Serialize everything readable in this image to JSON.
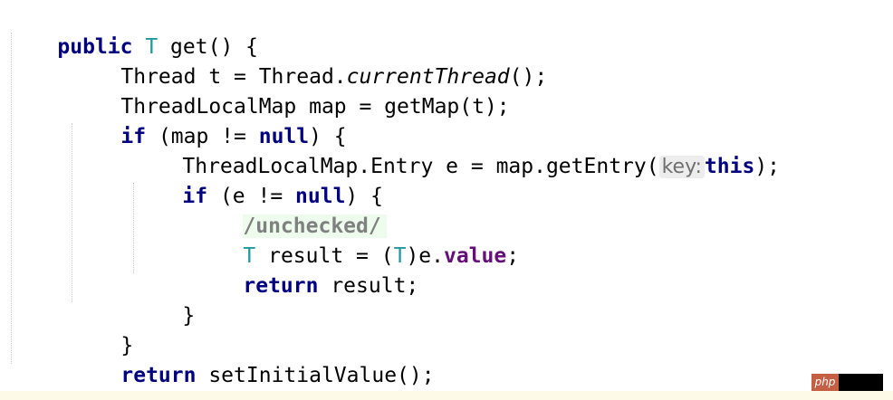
{
  "code": {
    "l1": {
      "kw": "public",
      "type": "T",
      "rest": " get() {"
    },
    "l2": {
      "pre": "Thread t = Thread.",
      "method": "currentThread",
      "post": "();"
    },
    "l3": {
      "text": "ThreadLocalMap map = getMap(t);"
    },
    "l4": {
      "kw": "if",
      "mid": " (map != ",
      "null": "null",
      "post": ") {"
    },
    "l5": {
      "pre": "ThreadLocalMap.Entry e = map.getEntry(",
      "hint": "key:",
      "this": "this",
      "post": ");"
    },
    "l6": {
      "kw": "if",
      "mid": " (e != ",
      "null": "null",
      "post": ") {"
    },
    "l7": {
      "comment": "/unchecked/"
    },
    "l8": {
      "type": "T",
      "mid": " result = (",
      "cast": "T",
      "mid2": ")e.",
      "field": "value",
      "post": ";"
    },
    "l9": {
      "kw": "return",
      "post": " result;"
    },
    "l10": {
      "text": "}"
    },
    "l11": {
      "text": "}"
    },
    "l12": {
      "kw": "return",
      "post": " setInitialValue();"
    },
    "l13": {
      "text": "}"
    }
  },
  "watermark": {
    "logo_text": "php"
  },
  "colors": {
    "keyword": "#000080",
    "type_param": "#20999d",
    "field": "#660e7a",
    "comment": "#808080",
    "comment_bg": "#edfced",
    "hint_bg": "#ededed",
    "bottom_bar": "#fdfbe8",
    "watermark_logo": "#c55f44"
  }
}
